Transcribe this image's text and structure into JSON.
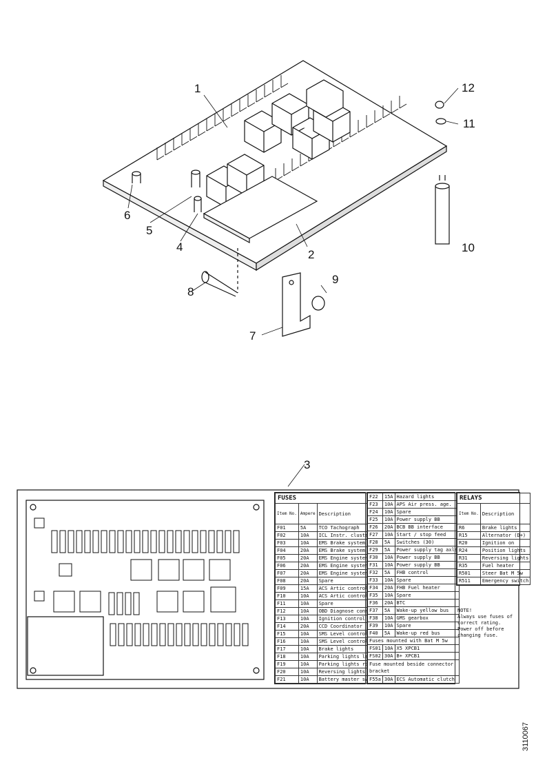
{
  "callouts": [
    "1",
    "2",
    "3",
    "4",
    "5",
    "6",
    "7",
    "8",
    "9",
    "10",
    "11",
    "12"
  ],
  "fuse_table": {
    "title": "FUSES",
    "col_no": "Item No.",
    "col_amp": "Ampere",
    "col_desc": "Description",
    "rows": [
      [
        "F01",
        "5A",
        "TCO Tachograph"
      ],
      [
        "F02",
        "10A",
        "ICL Instr. cluster"
      ],
      [
        "F03",
        "10A",
        "EMS Brake system"
      ],
      [
        "F04",
        "20A",
        "EMS Brake system"
      ],
      [
        "F05",
        "20A",
        "EMS Engine system"
      ],
      [
        "F06",
        "20A",
        "EMS Engine system"
      ],
      [
        "F07",
        "20A",
        "EMS Engine system"
      ],
      [
        "F08",
        "20A",
        "Spare"
      ],
      [
        "F09",
        "15A",
        "ACS Artic control"
      ],
      [
        "F10",
        "10A",
        "ACS Artic control"
      ],
      [
        "F11",
        "10A",
        "Spare"
      ],
      [
        "F12",
        "10A",
        "OBD Diagnose conn."
      ],
      [
        "F13",
        "10A",
        "Ignition control"
      ],
      [
        "F14",
        "20A",
        "CCD Coordinator"
      ],
      [
        "F15",
        "10A",
        "SMS Level control"
      ],
      [
        "F16",
        "10A",
        "SMS Level control"
      ],
      [
        "F17",
        "10A",
        "Brake lights"
      ],
      [
        "F18",
        "10A",
        "Parking lights left"
      ],
      [
        "F19",
        "10A",
        "Parking lights right"
      ],
      [
        "F20",
        "10A",
        "Reversing lights"
      ],
      [
        "F21",
        "10A",
        "Battery master switch"
      ]
    ]
  },
  "fuse_table2": {
    "rows": [
      [
        "F22",
        "15A",
        "Hazard lights"
      ],
      [
        "F23",
        "10A",
        "APS Air press. age."
      ],
      [
        "F24",
        "10A",
        "Spare"
      ],
      [
        "F25",
        "10A",
        "Power supply BB"
      ],
      [
        "F26",
        "20A",
        "BCB BB interface"
      ],
      [
        "F27",
        "10A",
        "Start / stop feed"
      ],
      [
        "F28",
        "5A",
        "Switches (30)"
      ],
      [
        "F29",
        "5A",
        "Power supply tag axle"
      ],
      [
        "F30",
        "10A",
        "Power supply BB"
      ],
      [
        "F31",
        "10A",
        "Power supply BB"
      ],
      [
        "F32",
        "5A",
        "FHB control"
      ],
      [
        "F33",
        "10A",
        "Spare"
      ],
      [
        "F34",
        "20A",
        "FHB Fuel heater"
      ],
      [
        "F35",
        "10A",
        "Spare"
      ],
      [
        "F36",
        "20A",
        "BTC"
      ],
      [
        "F37",
        "5A",
        "Wake-up yellow bus"
      ],
      [
        "F38",
        "10A",
        "GMS gearbox"
      ],
      [
        "F39",
        "10A",
        "Spare"
      ],
      [
        "F40",
        "5A",
        "Wake-up red bus"
      ]
    ],
    "subhead": "Fuses mounted with Bat M 5w",
    "rows_b": [
      [
        "FS01",
        "10A",
        "X5 XPCB1"
      ],
      [
        "FS02",
        "30A",
        "B+ XPCB1"
      ]
    ],
    "bracket_note": "Fuse mounted beside connector bracket",
    "rows_c": [
      [
        "F55a",
        "30A",
        "ECS Automatic clutch"
      ]
    ]
  },
  "relay_table": {
    "title": "RELAYS",
    "col_no": "Item No.",
    "col_desc": "Description",
    "rows": [
      [
        "R6",
        "Brake lights"
      ],
      [
        "R15",
        "Alternator (D+)"
      ],
      [
        "R20",
        "Ignition on"
      ],
      [
        "R24",
        "Position lights"
      ],
      [
        "R31",
        "Reversing lights"
      ],
      [
        "R35",
        "Fuel heater"
      ],
      [
        "R501",
        "Steer Bat M 5w"
      ],
      [
        "R511",
        "Emergency switch"
      ]
    ]
  },
  "note": "NOTE!\nAlways use fuses of\ncorrect rating.\nPower off before\nchanging fuse.",
  "drawing_number": "3110067"
}
